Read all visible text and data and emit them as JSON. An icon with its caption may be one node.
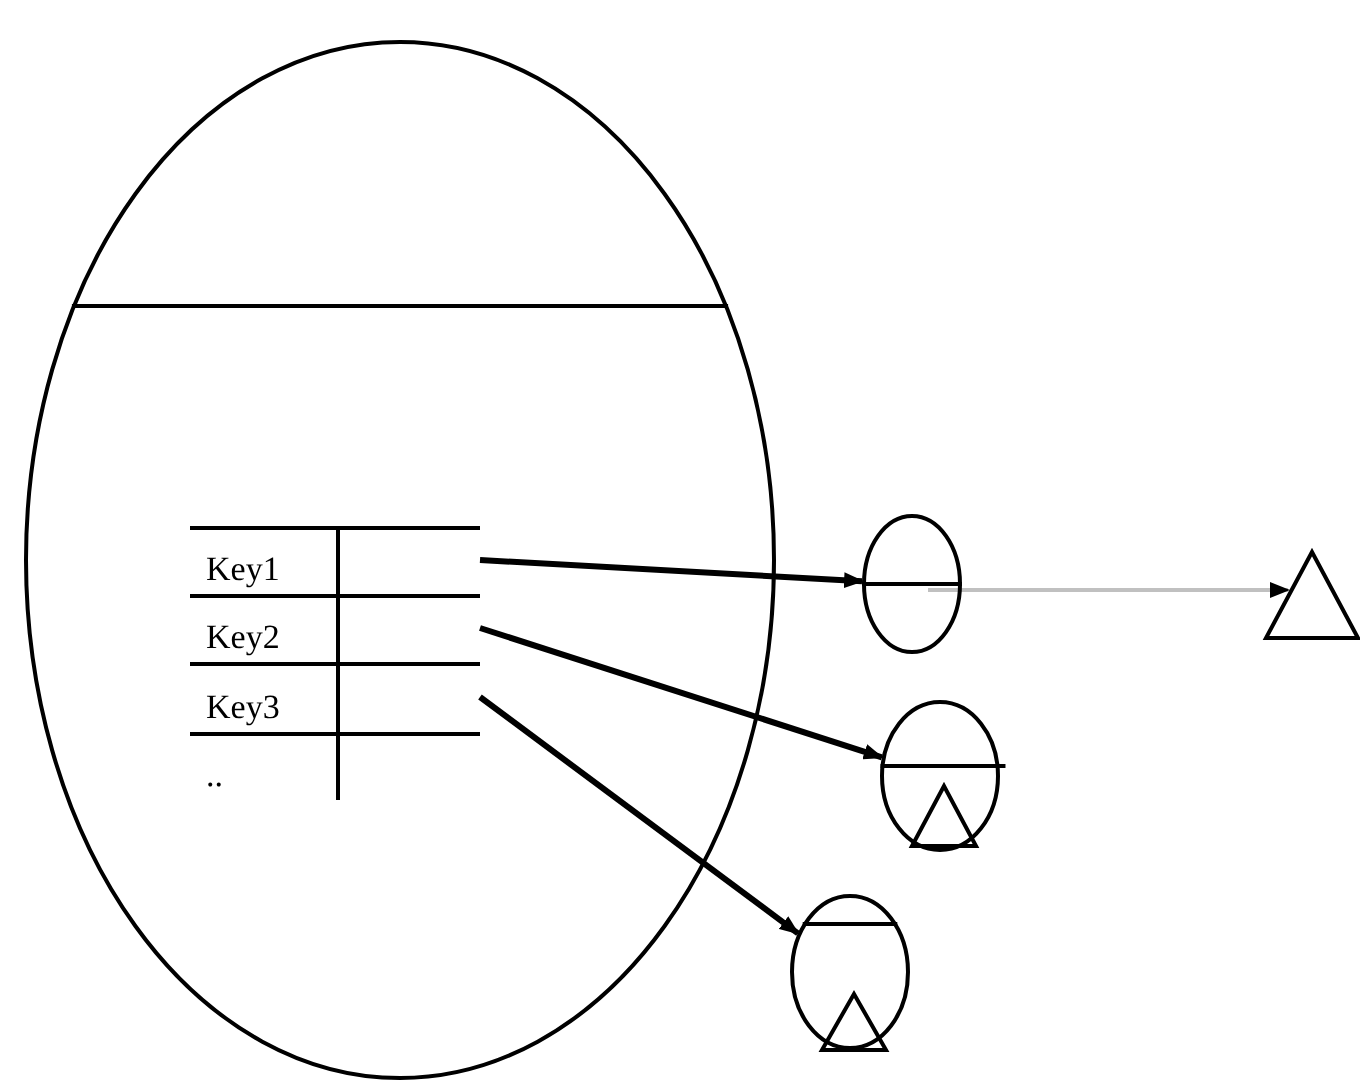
{
  "diagram": {
    "nodes": [
      {
        "text": [],
        "shape": "ellipse"
      },
      {
        "text": [
          "Key1"
        ],
        "in": 0
      },
      {
        "text": [],
        "shape": "box",
        "in": 0
      },
      {
        "text": [
          "Key2"
        ],
        "in": 0
      },
      {
        "text": [],
        "shape": "box",
        "in": 0
      },
      {
        "text": [
          "Key3"
        ],
        "in": 0
      },
      {
        "text": [],
        "shape": "box",
        "in": 0
      },
      {
        "text": [
          ".."
        ],
        "in": 0
      },
      {
        "text": [],
        "shape": "box",
        "in": 0
      },
      {
        "text": [],
        "shape": "ellipse"
      },
      {
        "text": [],
        "shape": "triangle"
      },
      {
        "text": [],
        "shape": "ellipse"
      },
      {
        "text": [],
        "shape": "triangle",
        "in": 11
      },
      {
        "text": [],
        "shape": "ellipse"
      },
      {
        "text": [],
        "shape": "triangle",
        "in": 13
      }
    ],
    "edges": [
      {
        "from": 2,
        "to": 9,
        "arrow": "to"
      },
      {
        "from": 4,
        "to": 11,
        "arrow": "to"
      },
      {
        "from": 6,
        "to": 13,
        "arrow": "to"
      },
      {
        "from": 9,
        "to": 10,
        "arrow": "to",
        "color": "#c0c0c0"
      }
    ]
  }
}
